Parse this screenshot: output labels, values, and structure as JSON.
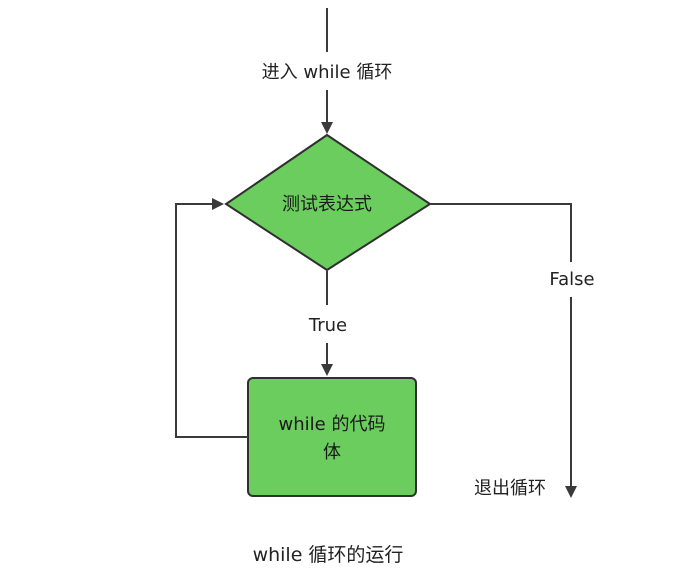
{
  "diagram": {
    "enter_label": "进入 while 循环",
    "decision_label": "测试表达式",
    "true_label": "True",
    "false_label": "False",
    "body_label_line1": "while 的代码",
    "body_label_line2": "体",
    "exit_label": "退出循环",
    "caption": "while 循环的运行"
  },
  "colors": {
    "shape_fill": "#6acd5e",
    "shape_stroke": "#2f2f2f",
    "line": "#3a3a3a"
  }
}
